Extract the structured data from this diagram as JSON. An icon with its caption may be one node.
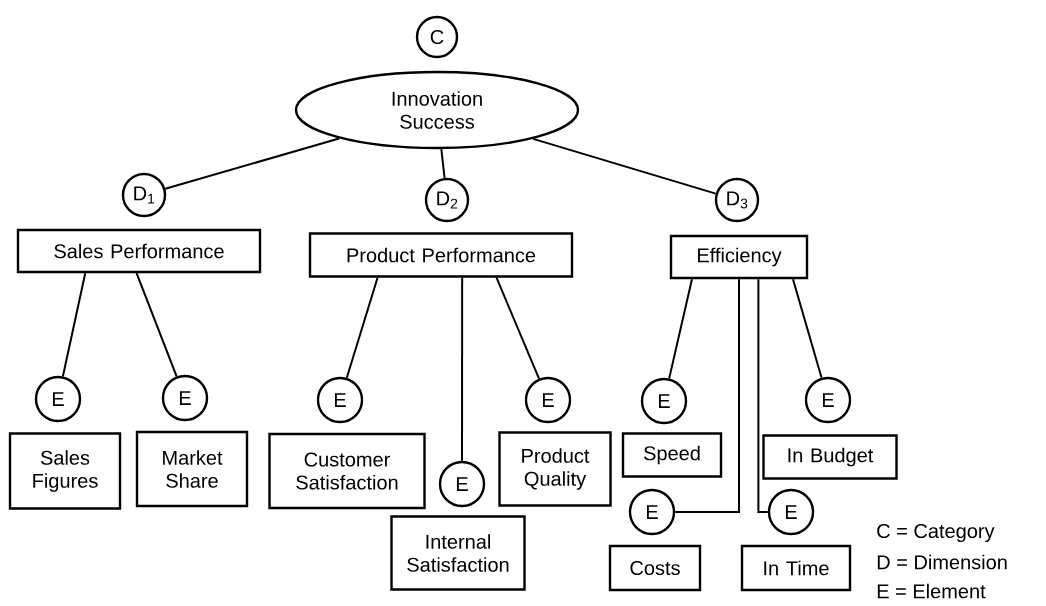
{
  "diagram": {
    "nodes": [
      {
        "text": [
          "C"
        ]
      },
      {
        "text": [
          "Innovation Success"
        ]
      },
      {
        "text": [
          "D$_{1}$"
        ]
      },
      {
        "text": [
          "D$_{2}$"
        ]
      },
      {
        "text": [
          "D$_{3}$"
        ]
      },
      {
        "text": [
          "Sales Performance"
        ]
      },
      {
        "text": [
          "Product Performance"
        ]
      },
      {
        "text": [
          "Efficiency"
        ]
      },
      {
        "text": [
          "E"
        ]
      },
      {
        "text": [
          "E"
        ]
      },
      {
        "text": [
          "E"
        ]
      },
      {
        "text": [
          "E"
        ]
      },
      {
        "text": [
          "E"
        ]
      },
      {
        "text": [
          "E"
        ]
      },
      {
        "text": [
          "Sales Figures"
        ]
      },
      {
        "text": [
          "Market Share"
        ]
      },
      {
        "text": [
          "Customer Satisfaction"
        ]
      },
      {
        "text": [
          "E"
        ]
      },
      {
        "text": [
          "Product Quality"
        ]
      },
      {
        "text": [
          "Speed"
        ]
      },
      {
        "text": [
          "In Budget"
        ]
      },
      {
        "text": [
          "E"
        ]
      },
      {
        "text": [
          "E"
        ]
      },
      {
        "text": [
          "Internal Satisfaction"
        ]
      },
      {
        "text": [
          "Costs"
        ]
      },
      {
        "text": [
          "In Time"
        ]
      }
    ],
    "edges": [
      {
        "from": 1,
        "to": 2,
        "arrow": "none"
      },
      {
        "from": 1,
        "to": 3,
        "arrow": "none"
      },
      {
        "from": 1,
        "to": 4,
        "arrow": "none"
      },
      {
        "from": 5,
        "to": 8,
        "arrow": "none"
      },
      {
        "from": 5,
        "to": 9,
        "arrow": "none"
      },
      {
        "from": 6,
        "to": 10,
        "arrow": "none"
      },
      {
        "from": 6,
        "to": 17,
        "arrow": "none"
      },
      {
        "from": 6,
        "to": 11,
        "arrow": "none"
      },
      {
        "from": 7,
        "to": 12,
        "arrow": "none"
      },
      {
        "from": 7,
        "to": 21,
        "arrow": "none"
      },
      {
        "from": 7,
        "to": 22,
        "arrow": "none"
      },
      {
        "from": 7,
        "to": 13,
        "arrow": "none"
      }
    ],
    "labels": [
      "C = Category",
      "D = Dimension",
      "E = Element"
    ]
  }
}
